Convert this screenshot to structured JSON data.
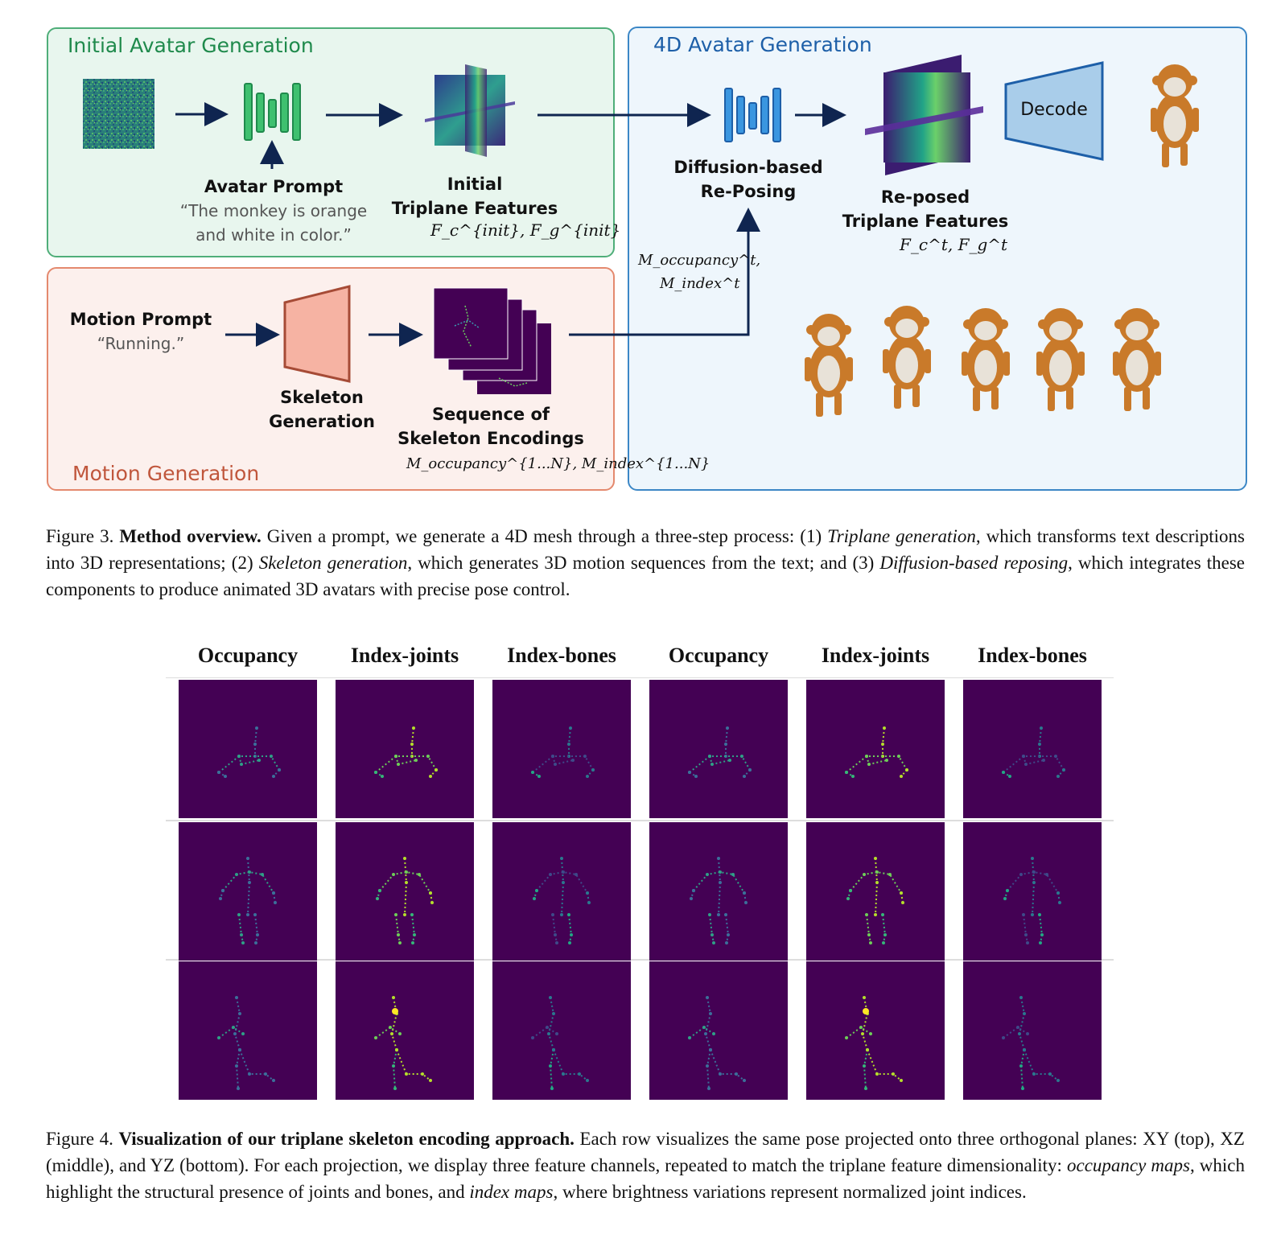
{
  "figure3": {
    "initial_panel_title": "Initial Avatar Generation",
    "motion_panel_title": "Motion Generation",
    "avatar4d_panel_title": "4D Avatar Generation",
    "avatar_prompt_label": "Avatar Prompt",
    "avatar_prompt_text_1": "“The monkey is orange",
    "avatar_prompt_text_2": "and white in color.”",
    "initial_triplane_label_1": "Initial",
    "initial_triplane_label_2": "Triplane Features",
    "initial_triplane_math": "F_c^{init}, F_g^{init}",
    "motion_prompt_label": "Motion Prompt",
    "motion_prompt_text": "“Running.”",
    "skeleton_label_1": "Skeleton",
    "skeleton_label_2": "Generation",
    "sequence_label_1": "Sequence of",
    "sequence_label_2": "Skeleton Encodings",
    "sequence_math": "M_occupancy^{1...N}, M_index^{1...N}",
    "diffusion_label_1": "Diffusion-based",
    "diffusion_label_2": "Re-Posing",
    "condition_math_1": "M_occupancy^t,",
    "condition_math_2": "M_index^t",
    "decode_label": "Decode",
    "reposed_label_1": "Re-posed",
    "reposed_label_2": "Triplane Features",
    "reposed_math": "F_c^t, F_g^t",
    "colors": {
      "green": "#1f8a4c",
      "red": "#c0563c",
      "blue": "#1d5fa8",
      "arrow": "#0f2550",
      "viridis_bg": "#440154"
    }
  },
  "caption3": {
    "prefix": "Figure 3.",
    "bold": "Method overview.",
    "part1": " Given a prompt, we generate a 4D mesh through a three-step process: (1) ",
    "it1": "Triplane generation",
    "part2": ", which transforms text descriptions into 3D representations; (2) ",
    "it2": "Skeleton generation",
    "part3": ", which generates 3D motion sequences from the text; and (3) ",
    "it3": "Diffusion-based reposing",
    "part4": ", which integrates these components to produce animated 3D avatars with precise pose control."
  },
  "figure4": {
    "columns": [
      "Occupancy",
      "Index-joints",
      "Index-bones",
      "Occupancy",
      "Index-joints",
      "Index-bones"
    ]
  },
  "caption4": {
    "prefix": "Figure 4.",
    "bold": "Visualization of our triplane skeleton encoding approach.",
    "part1": " Each row visualizes the same pose projected onto three orthogonal planes: XY (top), XZ (middle), and YZ (bottom). For each projection, we display three feature channels, repeated to match the triplane feature dimensionality: ",
    "it1": "occupancy maps",
    "part2": ", which highlight the structural presence of joints and bones, and ",
    "it2": "index maps",
    "part3": ", where brightness variations represent normalized joint indices."
  }
}
